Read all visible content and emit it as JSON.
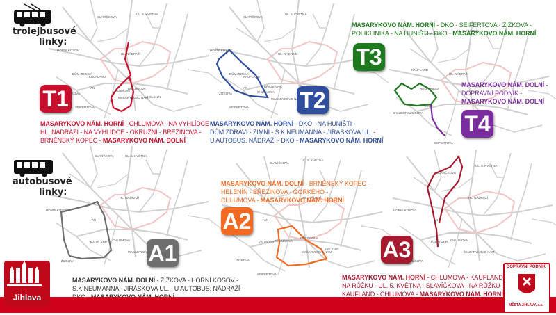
{
  "colors": {
    "T1": "#c8102e",
    "T2": "#2f4e9c",
    "T3": "#1f7a1f",
    "T4": "#7b2c9e",
    "A1": "#6e6e6e",
    "A2": "#f26a21",
    "A3": "#a6192e",
    "footer": "#d0021b",
    "map_bg": "#cfcfcf",
    "map_bg_red": "#f2c4c4"
  },
  "icons": [
    "trolleybus-icon",
    "bus-icon",
    "city-coat-of-arms-icon",
    "dpmj-logo-icon"
  ],
  "headers": {
    "trolley": [
      "trolejbusové",
      "linky:"
    ],
    "bus": [
      "autobusové",
      "linky:"
    ]
  },
  "lines": {
    "T1": {
      "label": "T1",
      "lines": [
        [
          {
            "t": "MASARYKOVO NÁM. HORNÍ",
            "b": true
          },
          {
            "t": " - CHLUMOVA - NA VYHLÍDCE -",
            "b": false
          }
        ],
        [
          {
            "t": "HL. NÁDRAŽÍ - NA VYHLÍDCE - OKRUŽNÍ - BŘEZINOVA -",
            "b": false
          }
        ],
        [
          {
            "t": "BRNĚNSKÝ KOPEC - ",
            "b": false
          },
          {
            "t": "MASARYKOVO NÁM. DOLNÍ",
            "b": true
          }
        ]
      ]
    },
    "T2": {
      "label": "T2",
      "lines": [
        [
          {
            "t": "MASARYKOVO NÁM. HORNÍ",
            "b": true
          },
          {
            "t": " - DKO - NA HUNIŠTI -",
            "b": false
          }
        ],
        [
          {
            "t": "DŮM ZDRAVÍ - ZIMNÍ - S.K.NEUMANNA - JIRÁSKOVA UL. -",
            "b": false
          }
        ],
        [
          {
            "t": "U AUTOBUS. NÁDRAŽÍ - DKO - ",
            "b": false
          },
          {
            "t": "MASARYKOVO NÁM. HORNÍ",
            "b": true
          }
        ]
      ]
    },
    "T3": {
      "label": "T3",
      "lines": [
        [
          {
            "t": "MASARYKOVO NÁM. HORNÍ",
            "b": true
          },
          {
            "t": " - DKO - SEIFERTOVA - ŽIŽKOVA -",
            "b": false
          }
        ],
        [
          {
            "t": "POLIKLINIKA - NA HUNIŠTI - DKO - ",
            "b": false
          },
          {
            "t": "MASARYKOVO NÁM. HORNÍ",
            "b": true
          }
        ]
      ]
    },
    "T4": {
      "label": "T4",
      "lines": [
        [
          {
            "t": "MASARYKOVO NÁM. DOLNÍ",
            "b": true
          },
          {
            "t": " -",
            "b": false
          }
        ],
        [
          {
            "t": "DOPRAVNÍ PODNIK -",
            "b": false
          }
        ],
        [
          {
            "t": "MASARYKOVO NÁM. DOLNÍ",
            "b": true
          }
        ]
      ]
    },
    "A1": {
      "label": "A1",
      "lines": [
        [
          {
            "t": "MASARYKOVO NÁM. DOLNÍ",
            "b": true
          },
          {
            "t": " - ŽIŽKOVA - HORNÍ KOSOV -",
            "b": false
          }
        ],
        [
          {
            "t": "S.K.NEUMANNA - JIRÁSKOVA UL. - U AUTOBUS. NÁDRAŽÍ -",
            "b": false
          }
        ],
        [
          {
            "t": "DKO - ",
            "b": false
          },
          {
            "t": "MASARYKOVO NÁM. HORNÍ",
            "b": true
          }
        ]
      ]
    },
    "A2": {
      "label": "A2",
      "lines": [
        [
          {
            "t": "MASARYKOVO NÁM. DOLNÍ",
            "b": true
          },
          {
            "t": " - BRNĚNSKÝ KOPEC -",
            "b": false
          }
        ],
        [
          {
            "t": "HELENÍN - BŘEZINOVA - GORKÉHO -",
            "b": false
          }
        ],
        [
          {
            "t": "CHLUMOVA - ",
            "b": false
          },
          {
            "t": "MASARYKOVO NÁM. HORNÍ",
            "b": true
          }
        ]
      ]
    },
    "A3": {
      "label": "A3",
      "lines": [
        [
          {
            "t": "MASARYKOVO NÁM. HORNÍ",
            "b": true
          },
          {
            "t": " - CHLUMOVA - KAUFLAND -",
            "b": false
          }
        ],
        [
          {
            "t": "NA RŮŽKU - UL. 5. KVĚTNA - SLAVÍČKOVA - NA RŮŽKU -",
            "b": false
          }
        ],
        [
          {
            "t": "KAUFLAND - CHLUMOVA - ",
            "b": false
          },
          {
            "t": "MASARYKOVO NÁM. HORNÍ",
            "b": true
          }
        ]
      ]
    }
  },
  "map_labels": {
    "m1": [
      "SLAVÍČKOVA",
      "UL. 5. KVĚTNA",
      "HORNÍ KOSOV",
      "KAUFLAND",
      "HL. NÁDRAŽÍ",
      "DŮM ZDRAVÍ",
      "AN",
      "CHLUMOVA",
      "BŘEZINOVA",
      "MASARYKOVO NÁM.",
      "HELENÍN",
      "ŽIŽKOVA",
      "SEIFERTOVA"
    ],
    "m2": [
      "SLAVÍČKOVA",
      "UL. 5. KVĚTNA",
      "HORNÍ KOSOV",
      "KAUFLAND",
      "HL. NÁDRAŽÍ",
      "DŮM ZDRAVÍ",
      "AN",
      "CHLUMOVA",
      "BŘEZINOVA",
      "MASARYKOVO NÁM.",
      "HELENÍN",
      "ŽIŽKOVA",
      "SEIFERTOVA"
    ],
    "m3": [
      "SLAVÍČKOVA",
      "UL. 5. KVĚTNA",
      "KAUFLAND",
      "HL. NÁDRAŽÍ",
      "DŮM ZDRAVÍ",
      "AN",
      "CHLUMOVA",
      "ŽIŽKOVA",
      "SEIFERTOVA",
      "DOPRAVNÍ PODNIK"
    ],
    "m4": [
      "SLAVÍČKOVA",
      "UL. 5. KVĚTNA",
      "HORNÍ KOSOV",
      "KAUFLAND",
      "HL. NÁDRAŽÍ",
      "AN",
      "CHLUMOVA",
      "MASARYKOVO NÁM.",
      "ŽIŽKOVA"
    ],
    "m5": [
      "SLAVÍČKOVA",
      "UL. 5. KVĚTNA",
      "HORNÍ KOSOV",
      "KAUFLAND",
      "HL. NÁDRAŽÍ",
      "AN",
      "CHLUMOVA",
      "BŘEZINOVA",
      "MASARYKOVO NÁM.",
      "HELENÍN",
      "ŽIŽKOVA",
      "SEIFERTOVA"
    ],
    "m6": [
      "SLAVÍČKOVA",
      "UL. 5. KVĚTNA",
      "HORNÍ KOSOV",
      "KAUFLAND",
      "HL. NÁDRAŽÍ",
      "AN",
      "CHLUMOVA",
      "MASARYKOVO NÁM.",
      "ŽIŽKOVA"
    ]
  },
  "footer": {
    "city": "Jihlava",
    "company_top": "DOPRAVNÍ PODNIK",
    "company_bottom": "MĚSTA JIHLAVY, a.s."
  }
}
